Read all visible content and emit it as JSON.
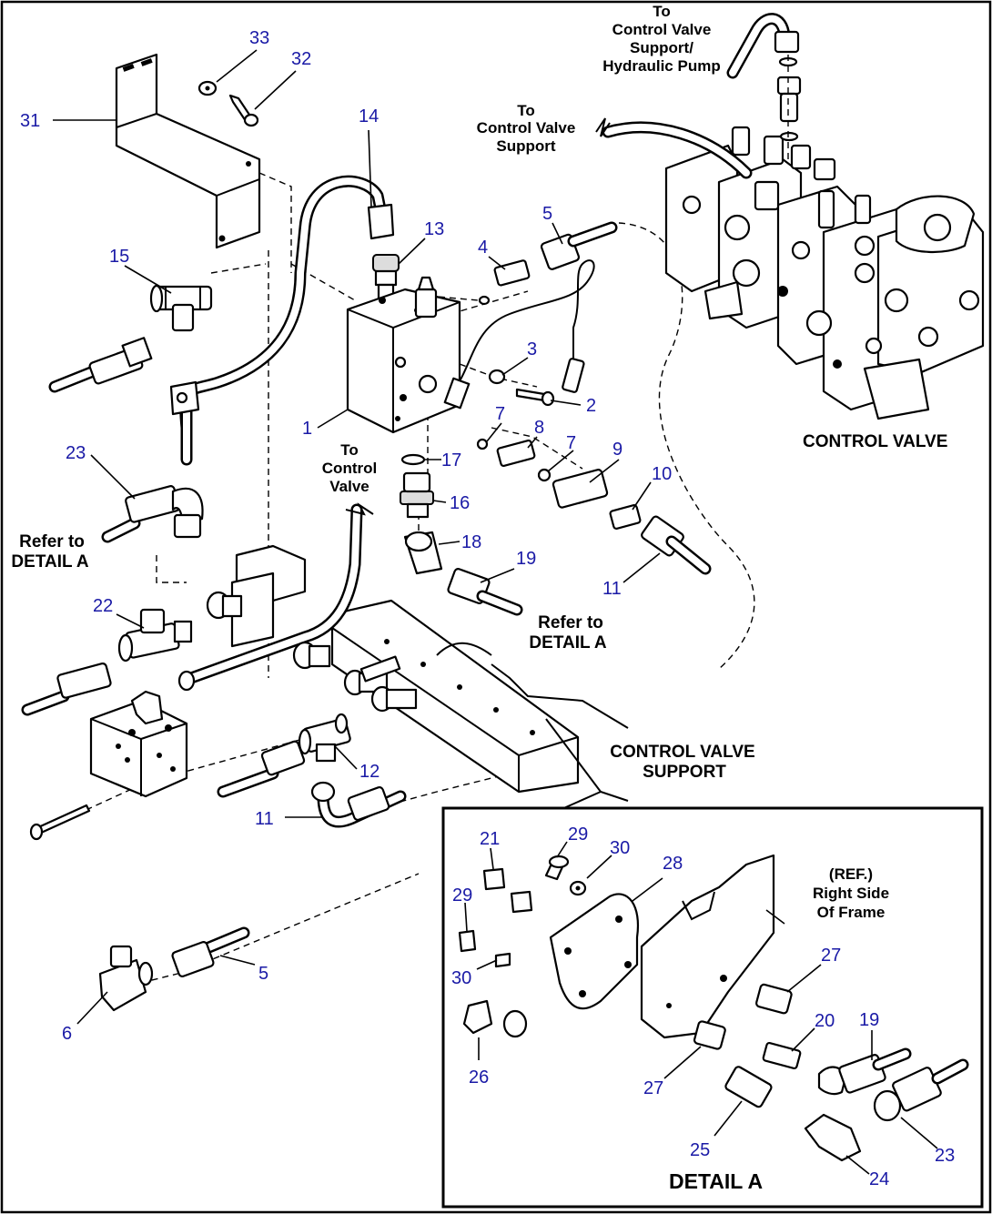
{
  "part_numbers": [
    {
      "id": "n1",
      "text": "1"
    },
    {
      "id": "n2",
      "text": "2"
    },
    {
      "id": "n3",
      "text": "3"
    },
    {
      "id": "n4",
      "text": "4"
    },
    {
      "id": "n5a",
      "text": "5"
    },
    {
      "id": "n5b",
      "text": "5"
    },
    {
      "id": "n6",
      "text": "6"
    },
    {
      "id": "n7a",
      "text": "7"
    },
    {
      "id": "n7b",
      "text": "7"
    },
    {
      "id": "n8",
      "text": "8"
    },
    {
      "id": "n9",
      "text": "9"
    },
    {
      "id": "n10",
      "text": "10"
    },
    {
      "id": "n11a",
      "text": "11"
    },
    {
      "id": "n11b",
      "text": "11"
    },
    {
      "id": "n12",
      "text": "12"
    },
    {
      "id": "n13",
      "text": "13"
    },
    {
      "id": "n14",
      "text": "14"
    },
    {
      "id": "n15",
      "text": "15"
    },
    {
      "id": "n16",
      "text": "16"
    },
    {
      "id": "n17",
      "text": "17"
    },
    {
      "id": "n18",
      "text": "18"
    },
    {
      "id": "n19a",
      "text": "19"
    },
    {
      "id": "n19b",
      "text": "19"
    },
    {
      "id": "n20",
      "text": "20"
    },
    {
      "id": "n21",
      "text": "21"
    },
    {
      "id": "n22",
      "text": "22"
    },
    {
      "id": "n23a",
      "text": "23"
    },
    {
      "id": "n23b",
      "text": "23"
    },
    {
      "id": "n24",
      "text": "24"
    },
    {
      "id": "n25",
      "text": "25"
    },
    {
      "id": "n26",
      "text": "26"
    },
    {
      "id": "n27a",
      "text": "27"
    },
    {
      "id": "n27b",
      "text": "27"
    },
    {
      "id": "n28",
      "text": "28"
    },
    {
      "id": "n29a",
      "text": "29"
    },
    {
      "id": "n29b",
      "text": "29"
    },
    {
      "id": "n30a",
      "text": "30"
    },
    {
      "id": "n30b",
      "text": "30"
    },
    {
      "id": "n31",
      "text": "31"
    },
    {
      "id": "n32",
      "text": "32"
    },
    {
      "id": "n33",
      "text": "33"
    }
  ],
  "notes": {
    "to_pump": [
      "To",
      "Control Valve",
      "Support/",
      "Hydraulic Pump"
    ],
    "to_support": [
      "To",
      "Control Valve",
      "Support"
    ],
    "to_valve": [
      "To",
      "Control",
      "Valve"
    ],
    "refer_left": [
      "Refer to",
      "DETAIL A"
    ],
    "refer_mid": [
      "Refer to",
      "DETAIL A"
    ],
    "ref_frame": [
      "(REF.)",
      "Right Side",
      "Of Frame"
    ]
  },
  "captions": {
    "control_valve": "CONTROL VALVE",
    "cv_support": [
      "CONTROL VALVE",
      "SUPPORT"
    ],
    "detail_a": "DETAIL A"
  },
  "colors": {
    "callout": "#1a1aa6",
    "line": "#000000"
  }
}
